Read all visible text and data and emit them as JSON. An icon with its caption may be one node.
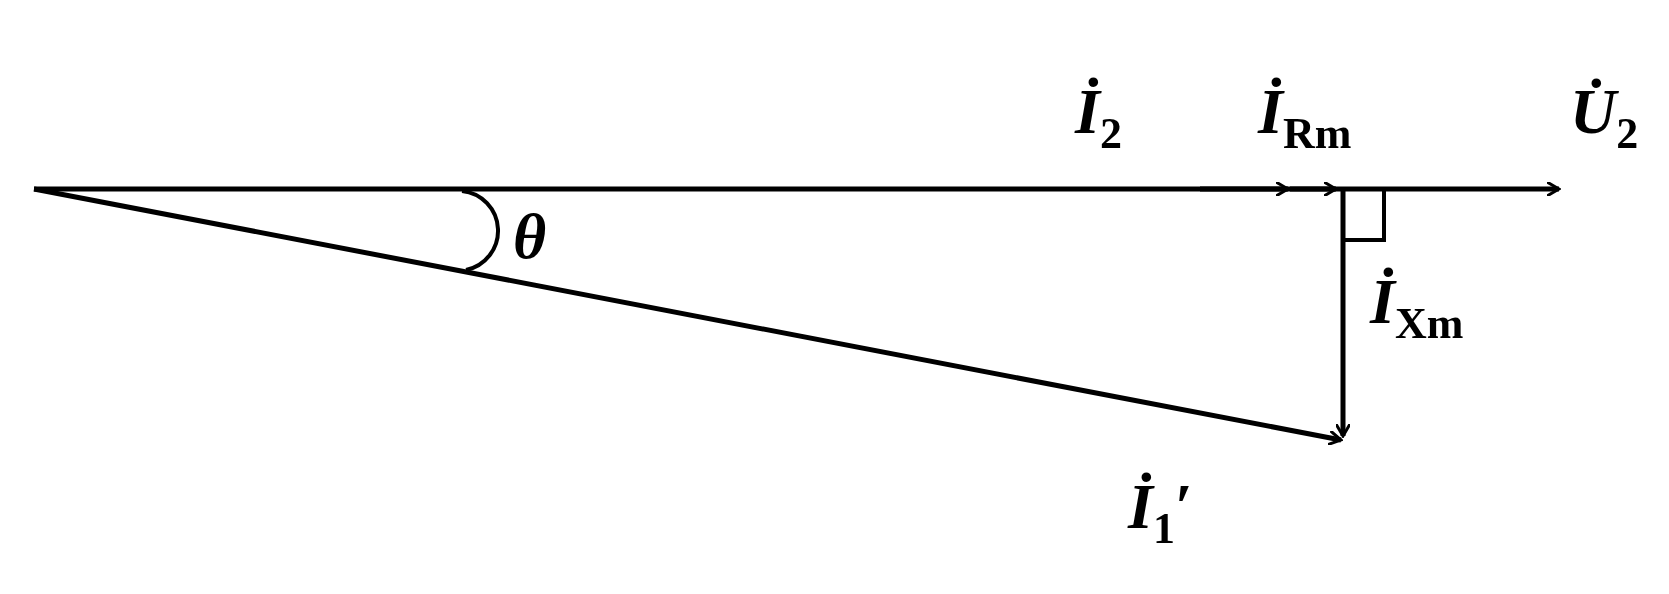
{
  "diagram": {
    "labels": [
      "*İ*$_{2}$",
      "*İ*$_{Rm}$",
      "*U̇*$_{2}$",
      "θ",
      "*İ*$_{Xm}$",
      "*İ*$_{1}$′"
    ]
  }
}
